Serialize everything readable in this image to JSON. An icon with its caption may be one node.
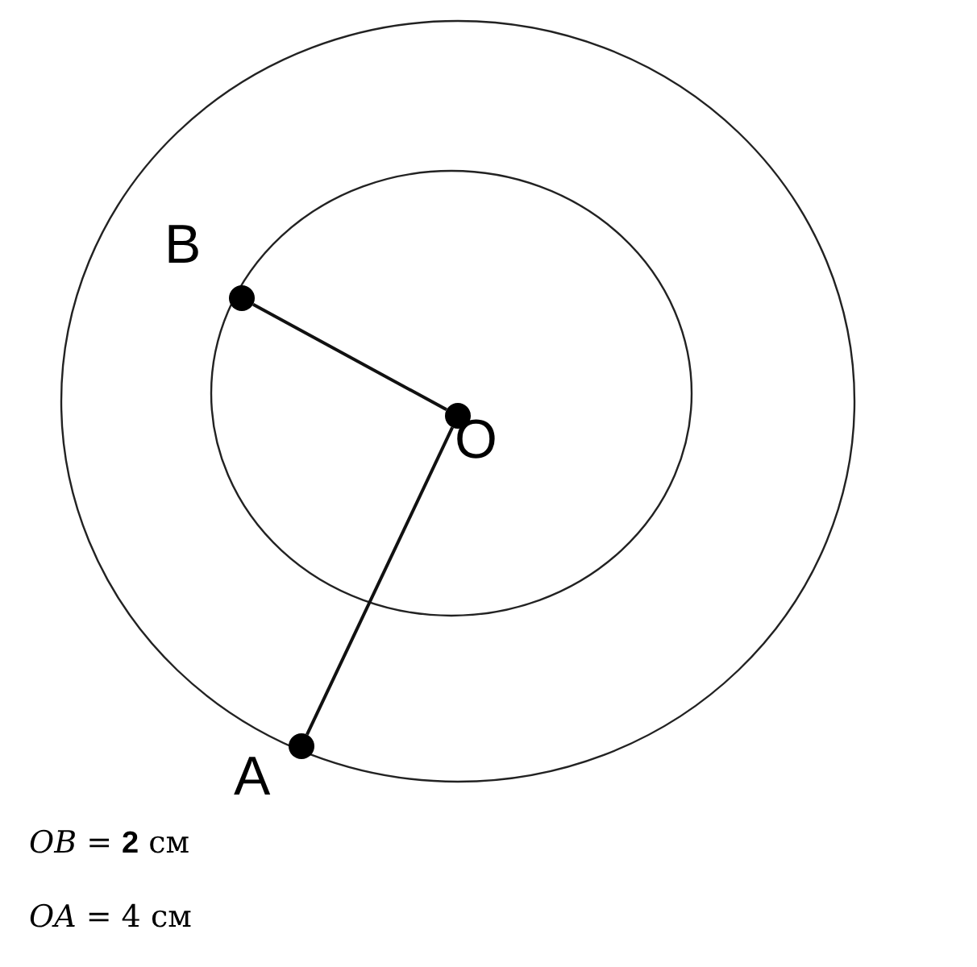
{
  "diagram": {
    "nodes": [
      {
        "text": [
          "B"
        ]
      },
      {
        "text": [
          "O"
        ]
      },
      {
        "text": [
          "A"
        ]
      }
    ],
    "edges": [
      {
        "from": 0,
        "to": 1,
        "arrow": "none"
      },
      {
        "from": 1,
        "to": 2,
        "arrow": "none"
      }
    ],
    "labels": [
      "*OB* = **2** см",
      "*OA* = 4 см"
    ]
  }
}
